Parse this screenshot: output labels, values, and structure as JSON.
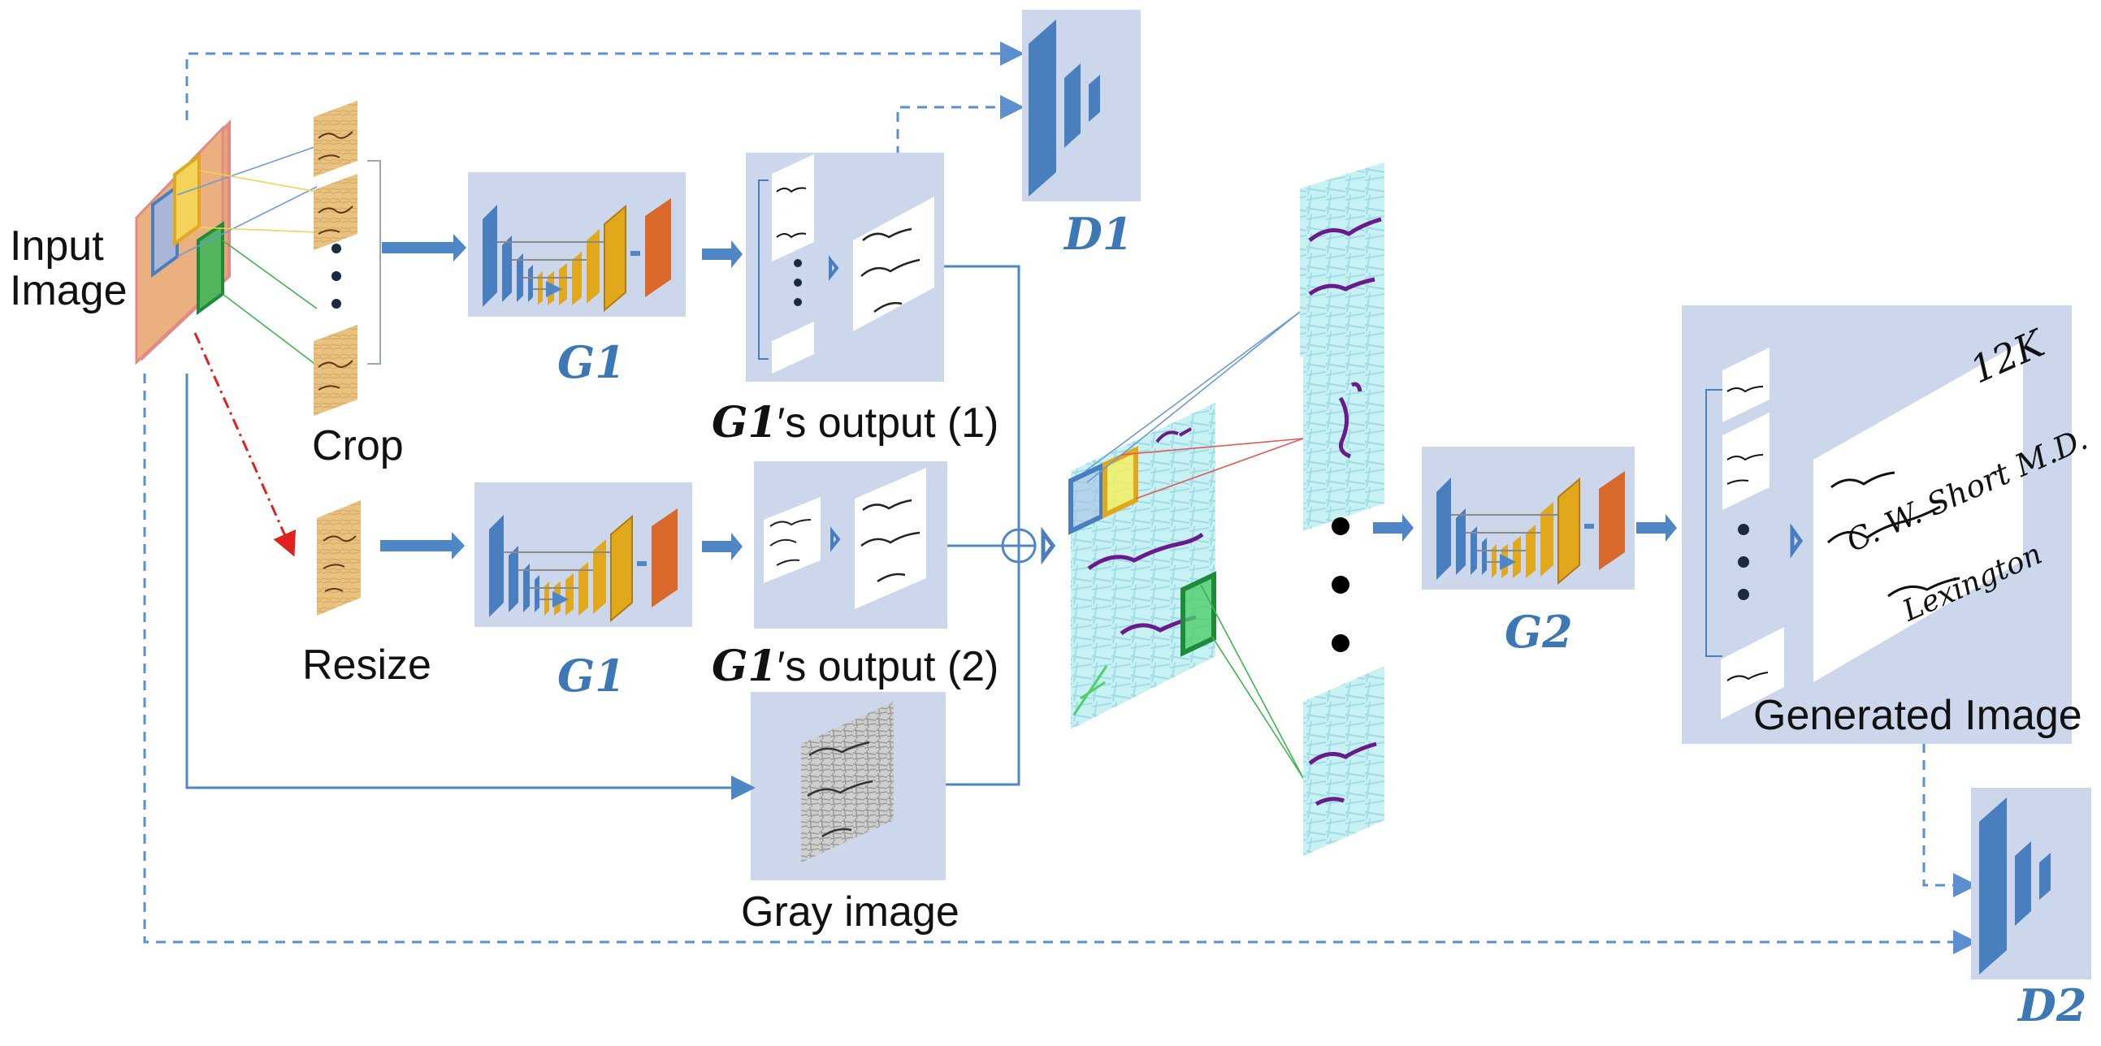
{
  "labels": {
    "input_image_line1": "Input",
    "input_image_line2": "Image",
    "crop": "Crop",
    "resize": "Resize",
    "g1_top": "G1",
    "g1_bottom": "G1",
    "g2": "G2",
    "d1": "D1",
    "d2": "D2",
    "out1_prefix": "G1",
    "out1_suffix": "′s output (1)",
    "out2_prefix": "G1",
    "out2_suffix": "′s output (2)",
    "gray_image": "Gray image",
    "generated_image": "Generated Image"
  },
  "handwriting": {
    "large_line1": "12K",
    "large_line2": "C. W. Short M.D.",
    "large_line3": "Lexington"
  },
  "colors": {
    "panel_bg": "#ccd7ec",
    "net_blue": "#4a7fbf",
    "net_gold": "#e0a81a",
    "net_orange": "#d9692b",
    "arrow_blue": "#4f86c6",
    "dashed_blue": "#5b8fcf",
    "red_dashdot": "#e0211f",
    "label_blue": "#3d78b6",
    "parchment": "#e8c27e",
    "seg_cyan": "#c8f1f4",
    "ink_purple": "#6a1a8a"
  }
}
